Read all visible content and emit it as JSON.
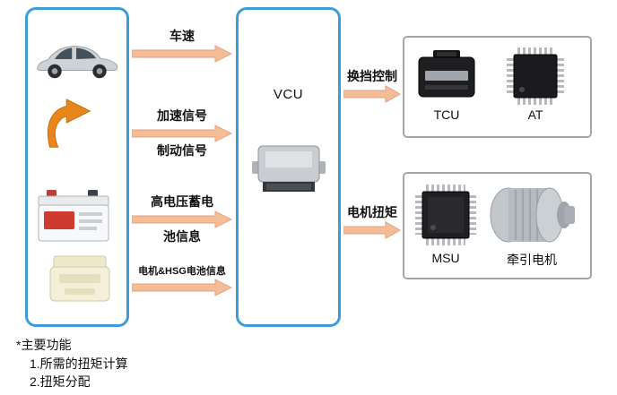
{
  "vcu": {
    "label": "VCU"
  },
  "inputs": {
    "speed": "车速",
    "accel": "加速信号",
    "brake": "制动信号",
    "hv_battery_line1": "高电压蓄电",
    "hv_battery_line2": "池信息",
    "motor_hsg": "电机&HSG电池信息"
  },
  "outputs": {
    "shift_control": "换挡控制",
    "motor_torque": "电机扭矩"
  },
  "components": {
    "tcu": "TCU",
    "at": "AT",
    "msu": "MSU",
    "traction_motor": "牵引电机"
  },
  "notes": {
    "title": "*主要功能",
    "item1": "1.所需的扭矩计算",
    "item2": "2.扭矩分配"
  },
  "colors": {
    "panel_border_blue": "#3E9CD6",
    "group_border_gray": "#A6A6A6",
    "arrow_fill": "#F5BD97",
    "arrow_stroke": "#E3A077",
    "curved_arrow_orange": "#E8861C"
  }
}
